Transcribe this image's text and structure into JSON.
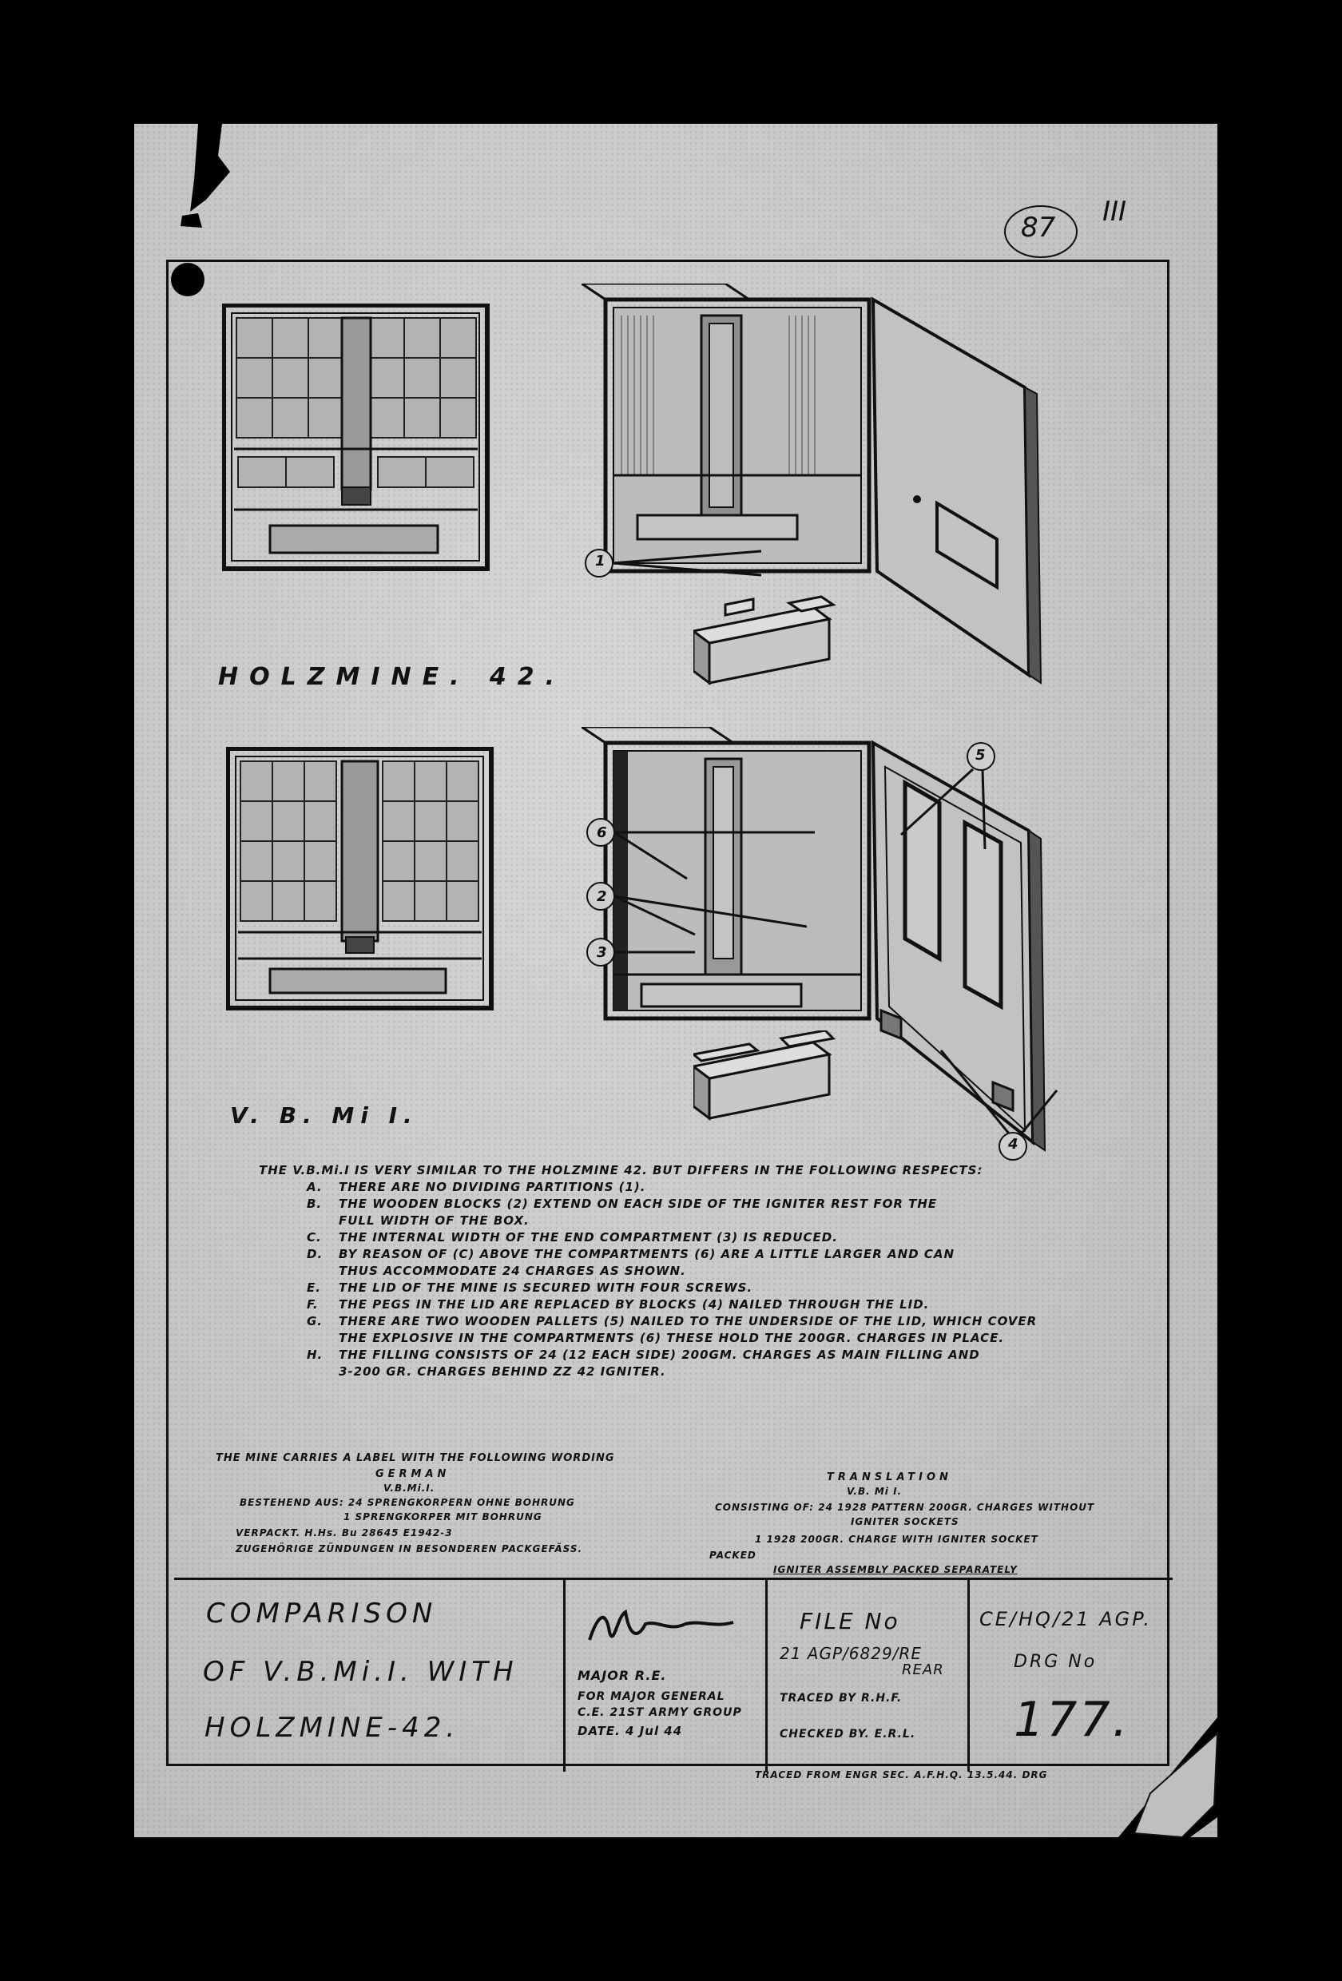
{
  "sheet_marks": {
    "circled_number": "87",
    "roman": "III"
  },
  "figures": {
    "top_title": "HOLZMINE. 42.",
    "bottom_title": "V. B. Mi I.",
    "callouts": [
      "1",
      "5",
      "6",
      "2",
      "3",
      "4"
    ]
  },
  "notes": {
    "intro": "THE V.B.Mi.I IS VERY SIMILAR TO THE HOLZMINE 42. BUT DIFFERS IN THE FOLLOWING RESPECTS:",
    "items": [
      {
        "letter": "A.",
        "text": "THERE ARE NO DIVIDING PARTITIONS (1)."
      },
      {
        "letter": "B.",
        "text": "THE WOODEN BLOCKS (2) EXTEND ON EACH SIDE OF THE IGNITER REST FOR THE"
      },
      {
        "letter": "",
        "text": "FULL WIDTH OF THE BOX."
      },
      {
        "letter": "C.",
        "text": "THE INTERNAL WIDTH OF THE END COMPARTMENT (3) IS REDUCED."
      },
      {
        "letter": "D.",
        "text": "BY REASON OF (C) ABOVE THE COMPARTMENTS (6) ARE A LITTLE LARGER AND CAN"
      },
      {
        "letter": "",
        "text": "THUS ACCOMMODATE 24 CHARGES AS SHOWN."
      },
      {
        "letter": "E.",
        "text": "THE LID OF THE MINE IS SECURED WITH FOUR SCREWS."
      },
      {
        "letter": "F.",
        "text": "THE PEGS IN THE LID ARE REPLACED BY BLOCKS (4) NAILED THROUGH THE LID."
      },
      {
        "letter": "G.",
        "text": "THERE ARE TWO WOODEN PALLETS (5) NAILED TO THE UNDERSIDE OF THE LID, WHICH COVER"
      },
      {
        "letter": "",
        "text": "THE EXPLOSIVE IN THE COMPARTMENTS (6) THESE HOLD THE 200GR. CHARGES IN PLACE."
      },
      {
        "letter": "H.",
        "text": "THE FILLING CONSISTS OF 24 (12 EACH SIDE) 200GM. CHARGES AS MAIN FILLING AND"
      },
      {
        "letter": "",
        "text": "3-200 GR. CHARGES BEHIND ZZ 42 IGNITER."
      }
    ]
  },
  "label": {
    "heading": "THE MINE CARRIES A LABEL WITH THE FOLLOWING WORDING",
    "german_heading": "GERMAN",
    "german_sub": "V.B.Mi.I.",
    "german_lines": [
      "BESTEHEND AUS: 24 SPRENGKORPERN OHNE BOHRUNG",
      "1 SPRENGKORPER MIT BOHRUNG",
      "VERPACKT. H.Hs.        Bu 28645 E1942-3",
      "ZUGEHÖRIGE ZÜNDUNGEN IN BESONDEREN PACKGEFÄSS."
    ],
    "translation_heading": "TRANSLATION",
    "translation_sub": "V.B. Mi I.",
    "translation_lines": [
      "CONSISTING OF: 24 1928 PATTERN 200GR. CHARGES WITHOUT",
      "IGNITER SOCKETS",
      "1 1928 200GR. CHARGE WITH IGNITER SOCKET",
      "PACKED",
      "IGNITER ASSEMBLY PACKED SEPARATELY"
    ]
  },
  "title_block": {
    "title_lines": [
      "COMPARISON",
      "OF V.B.Mi.I. WITH",
      "HOLZMINE-42."
    ],
    "signature_role": "MAJOR R.E.",
    "signature_for_1": "FOR MAJOR GENERAL",
    "signature_for_2": "C.E. 21ST ARMY GROUP",
    "date": "DATE. 4 Jul 44",
    "file_label": "FILE No",
    "file_number": "21 AGP/6829/RE",
    "file_suffix": "REAR",
    "traced_by": "TRACED BY   R.H.F.",
    "checked_by": "CHECKED BY. E.R.L.",
    "office": "CE/HQ/21 AGP.",
    "drg_label": "DRG No",
    "drg_number": "177.",
    "footer": "TRACED FROM ENGR SEC. A.F.H.Q. 13.5.44. DRG"
  }
}
